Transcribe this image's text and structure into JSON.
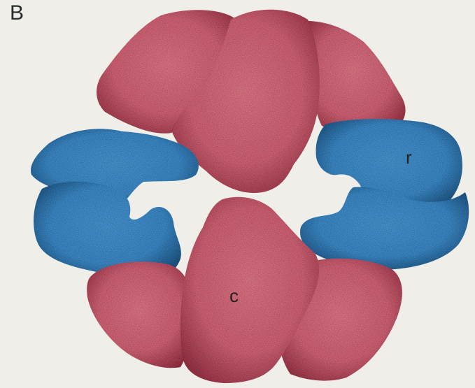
{
  "figure": {
    "panel_label": "B",
    "labels": {
      "regulatory_subunit": "r",
      "catalytic_subunit": "c"
    },
    "colors": {
      "catalytic_fill": "#d9677a",
      "catalytic_shade": "#9c3447",
      "regulatory_fill": "#3f8fcf",
      "regulatory_shade": "#1d4f7c",
      "background": "#efeee9"
    }
  }
}
